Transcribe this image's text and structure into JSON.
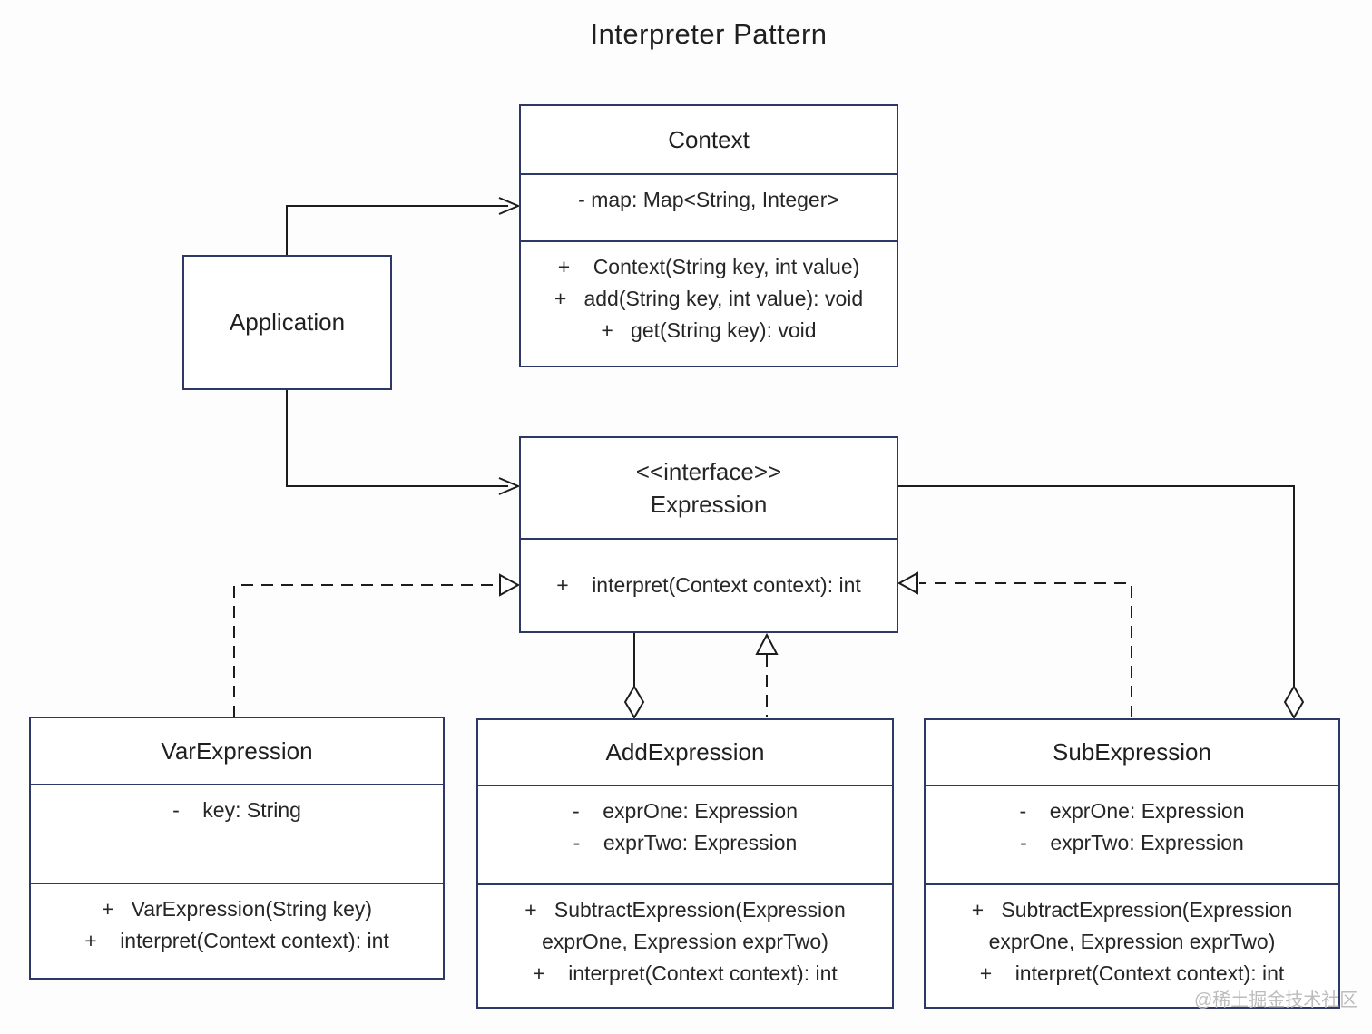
{
  "title": "Interpreter Pattern",
  "watermark": "@稀土掘金技术社区",
  "colors": {
    "box_border": "#2d3866",
    "connector": "#1c1c1c",
    "text": "#262626",
    "watermark": "#bcbcbc",
    "background": "#fdfdfd"
  },
  "classes": {
    "application": {
      "name": "Application"
    },
    "context": {
      "name": "Context",
      "attributes": [
        "- map: Map<String, Integer>"
      ],
      "methods": [
        "+    Context(String key, int value)",
        "+   add(String key, int value): void",
        "+   get(String key): void"
      ]
    },
    "expression": {
      "stereotype": "<<interface>>",
      "name": "Expression",
      "methods": [
        "+    interpret(Context context): int"
      ]
    },
    "var_expression": {
      "name": "VarExpression",
      "attributes": [
        "-    key: String"
      ],
      "methods": [
        "+   VarExpression(String key)",
        "+    interpret(Context context): int"
      ]
    },
    "add_expression": {
      "name": "AddExpression",
      "attributes": [
        "-    exprOne: Expression",
        "-    exprTwo: Expression"
      ],
      "methods": [
        "+   SubtractExpression(Expression",
        "exprOne, Expression exprTwo)",
        "+    interpret(Context context): int"
      ]
    },
    "sub_expression": {
      "name": "SubExpression",
      "attributes": [
        "-    exprOne: Expression",
        "-    exprTwo: Expression"
      ],
      "methods": [
        "+   SubtractExpression(Expression",
        "exprOne, Expression exprTwo)",
        "+    interpret(Context context): int"
      ]
    }
  },
  "relationships": [
    {
      "from": "Application",
      "to": "Context",
      "type": "association"
    },
    {
      "from": "Application",
      "to": "Expression",
      "type": "association"
    },
    {
      "from": "VarExpression",
      "to": "Expression",
      "type": "realization"
    },
    {
      "from": "AddExpression",
      "to": "Expression",
      "type": "realization"
    },
    {
      "from": "SubExpression",
      "to": "Expression",
      "type": "realization"
    },
    {
      "from": "AddExpression",
      "to": "Expression",
      "type": "aggregation"
    },
    {
      "from": "SubExpression",
      "to": "Expression",
      "type": "aggregation"
    }
  ]
}
